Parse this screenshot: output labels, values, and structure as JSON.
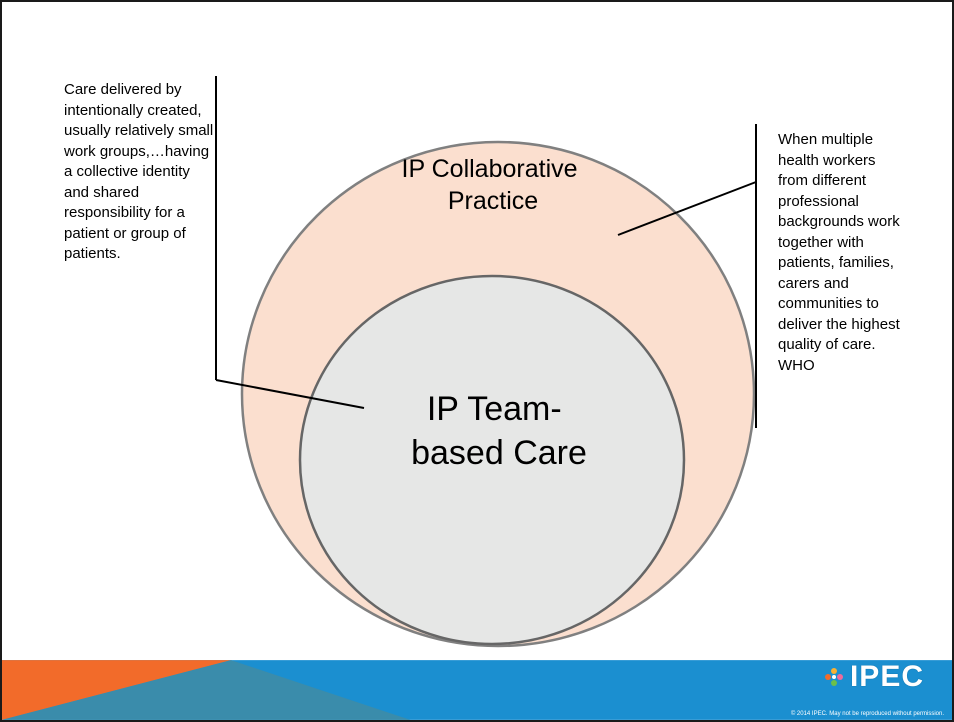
{
  "outer_circle": {
    "label": "IP Collaborative Practice",
    "fill": "#fbdfcf",
    "stroke": "#808080"
  },
  "inner_circle": {
    "label": "IP Team-based Care",
    "fill": "#e6e7e6",
    "stroke": "#666666"
  },
  "left_note": "Care delivered by intentionally created, usually relatively small work groups,…having a collective identity and shared responsibility for a patient or group of patients.",
  "right_note": "When multiple health workers from different professional backgrounds work together with patients, families, carers and communities to deliver the highest quality of care.  WHO",
  "footer": {
    "logo_text": "IPEC",
    "copyright": "© 2014 IPEC. May not be reproduced without permission.",
    "colors": {
      "orange": "#f26b2a",
      "blue": "#1b8fd0",
      "slate": "#3a8cab"
    }
  }
}
